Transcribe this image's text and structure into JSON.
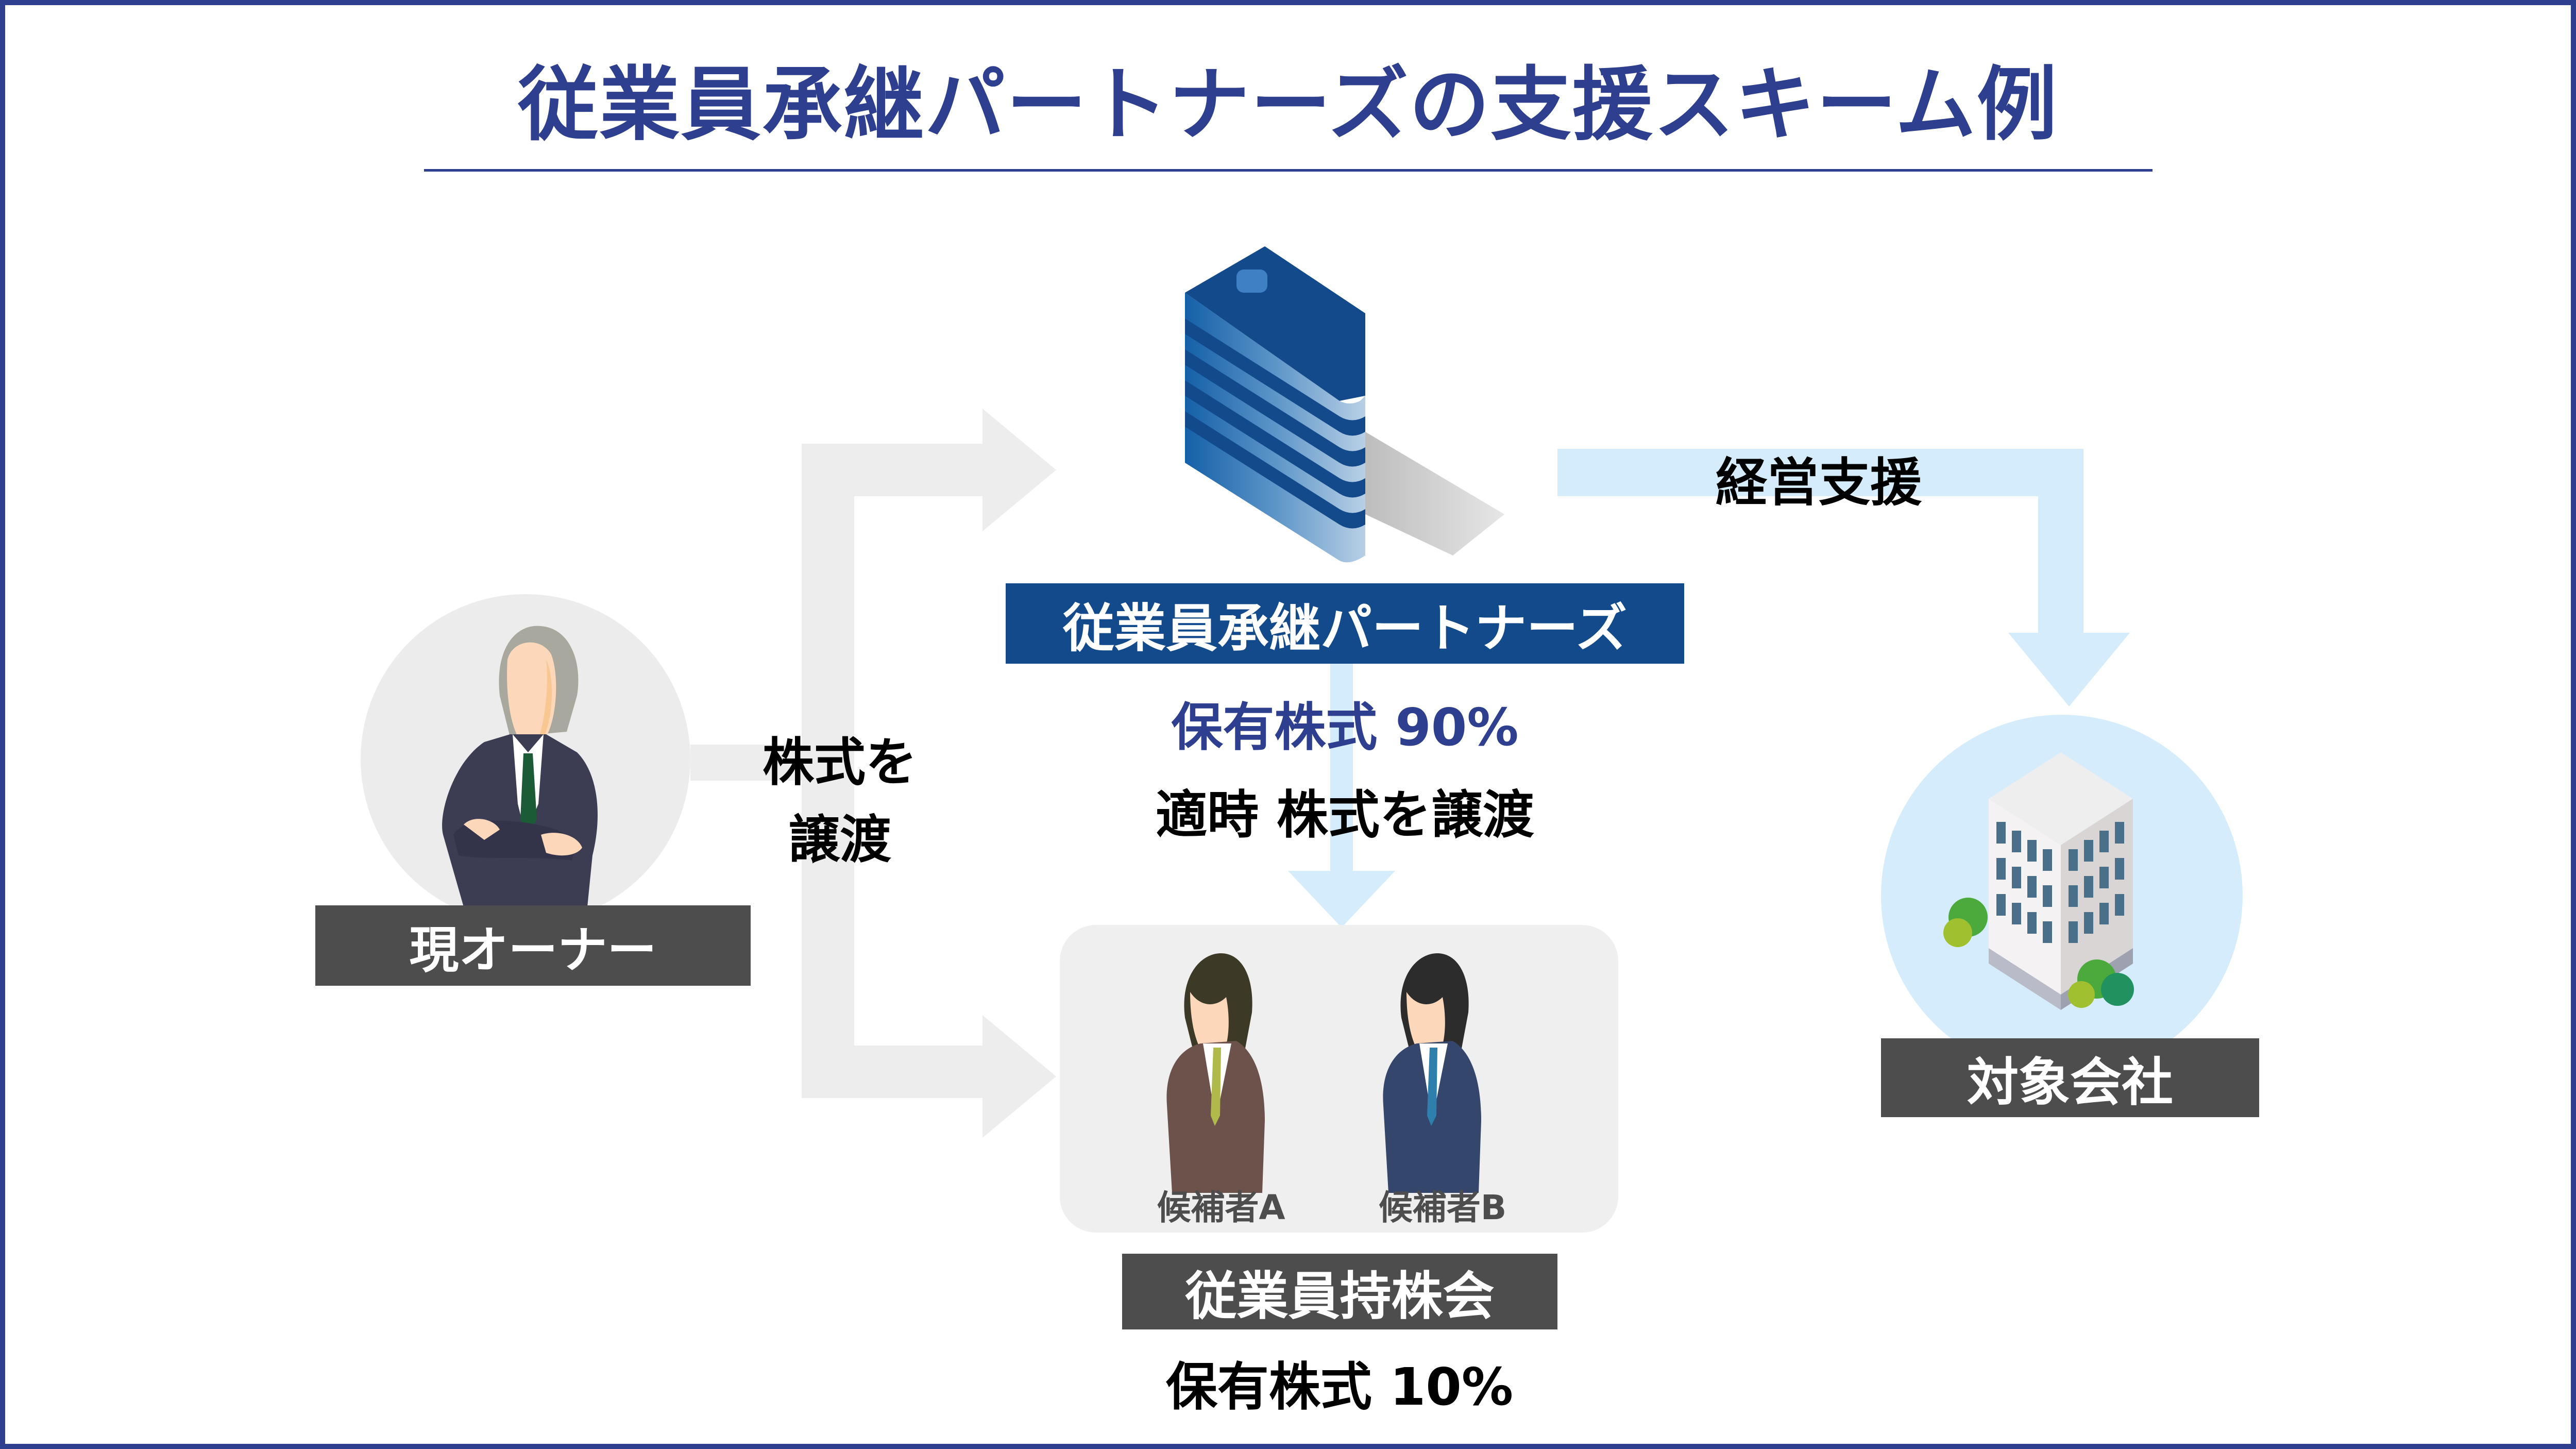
{
  "title": "従業員承継パートナーズの支援スキーム例",
  "colors": {
    "brand_navy": "#2e3f8f",
    "partner_box": "#134a8c",
    "label_gray": "#4d4d4d",
    "arrow_gray": "#ededed",
    "arrow_light_blue": "#d4ecfb",
    "circle_gray": "#ececec",
    "circle_light_blue": "#d4ecfb"
  },
  "nodes": {
    "owner": {
      "label": "現オーナー",
      "icon": "businessman-arms-crossed-icon"
    },
    "partner": {
      "label": "従業員承継パートナーズ",
      "icon": "blue-office-tower-icon",
      "holding": "保有株式 90%",
      "note": "適時 株式を譲渡"
    },
    "esop": {
      "label": "従業員持株会",
      "holding": "保有株式 10%",
      "members": [
        {
          "label": "候補者A",
          "icon": "businessman-brown-suit-icon"
        },
        {
          "label": "候補者B",
          "icon": "businessman-navy-suit-icon"
        }
      ]
    },
    "target": {
      "label": "対象会社",
      "icon": "white-office-building-icon"
    }
  },
  "edges": {
    "owner_transfer": {
      "label_line1": "株式を",
      "label_line2": "譲渡"
    },
    "management_support": {
      "label": "経営支援"
    }
  }
}
